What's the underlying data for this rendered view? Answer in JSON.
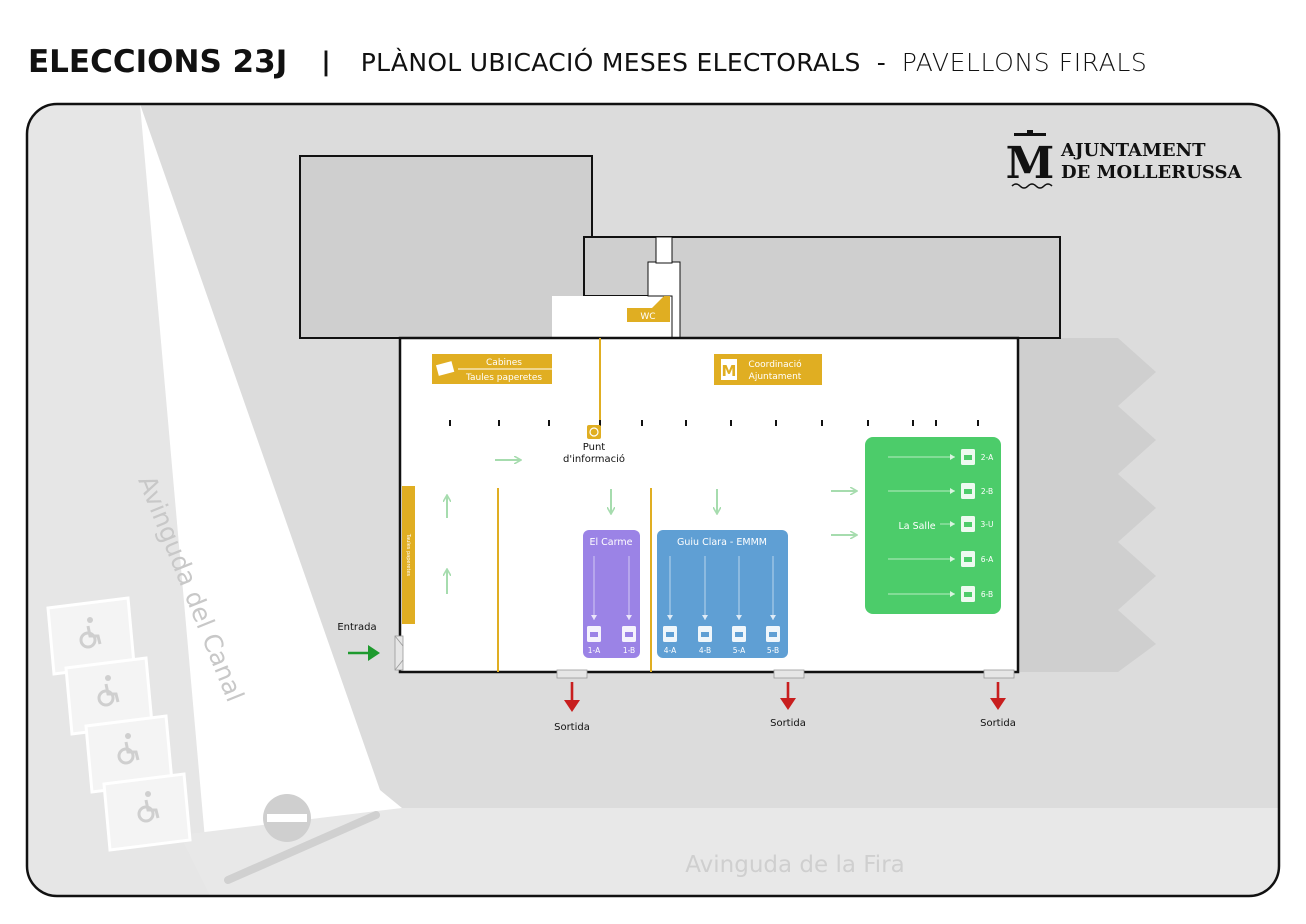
{
  "title": {
    "main": "ELECCIONS 23J",
    "separator": "|",
    "subtitle": "PLÀNOL UBICACIÓ MESES ELECTORALS",
    "dash": "-",
    "place": "PAVELLONS FIRALS"
  },
  "logo": {
    "line1": "AJUNTAMENT",
    "line2": "DE MOLLERUSSA",
    "icon": "letter-m-crown-icon"
  },
  "streets": {
    "canal": "Avinguda del Canal",
    "fira": "Avinguda de la Fira"
  },
  "labels": {
    "wc": "WC",
    "cabines": "Cabines",
    "taules": "Taules paperetes",
    "coordinacio1": "Coordinació",
    "coordinacio2": "Ajuntament",
    "punt1": "Punt",
    "punt2": "d'informació",
    "entrada": "Entrada",
    "sortida": "Sortida",
    "vertical_table": "Taules paperetes"
  },
  "zones": {
    "carme": {
      "name": "El Carme",
      "color": "#9b83e6",
      "tables": [
        "1-A",
        "1-B"
      ]
    },
    "guiu": {
      "name": "Guiu Clara - EMMM",
      "color": "#5f9fd4",
      "tables": [
        "4-A",
        "4-B",
        "5-A",
        "5-B"
      ]
    },
    "salle": {
      "name": "La Salle",
      "color": "#4ccc6a",
      "tables": [
        "2-A",
        "2-B",
        "3-U",
        "6-A",
        "6-B"
      ]
    }
  },
  "colors": {
    "accent": "#e0ae22",
    "exit_arrow": "#c81e1e",
    "entry_arrow": "#1e9a2e",
    "flow_arrow": "#a6dcae",
    "ground": "#dcdcdc"
  }
}
